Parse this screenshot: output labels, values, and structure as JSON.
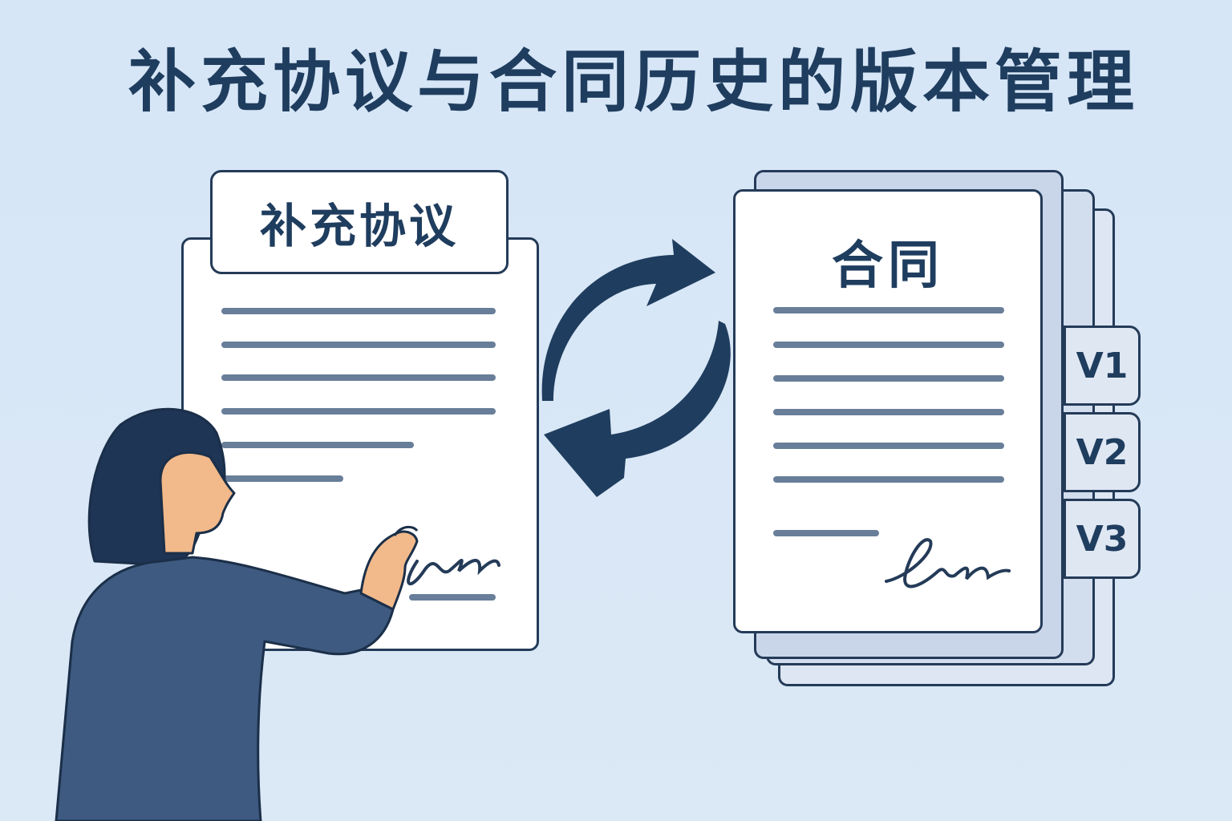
{
  "title": "补充协议与合同历史的版本管理",
  "supplement_doc": {
    "label": "补充协议",
    "signature": "len"
  },
  "contract_doc": {
    "label": "合同",
    "signature": "len",
    "versions": [
      "V1",
      "V2",
      "V3"
    ]
  },
  "colors": {
    "background": "#d9e8f7",
    "ink": "#1f3d5e",
    "line": "#687e99",
    "stack_fill": "#c9d6ea",
    "person_shirt": "#3e5a80",
    "person_hair": "#1f3556",
    "person_skin": "#f2b98a"
  },
  "icons": [
    "sync-arrows-icon",
    "signature-icon",
    "person-illustration"
  ]
}
